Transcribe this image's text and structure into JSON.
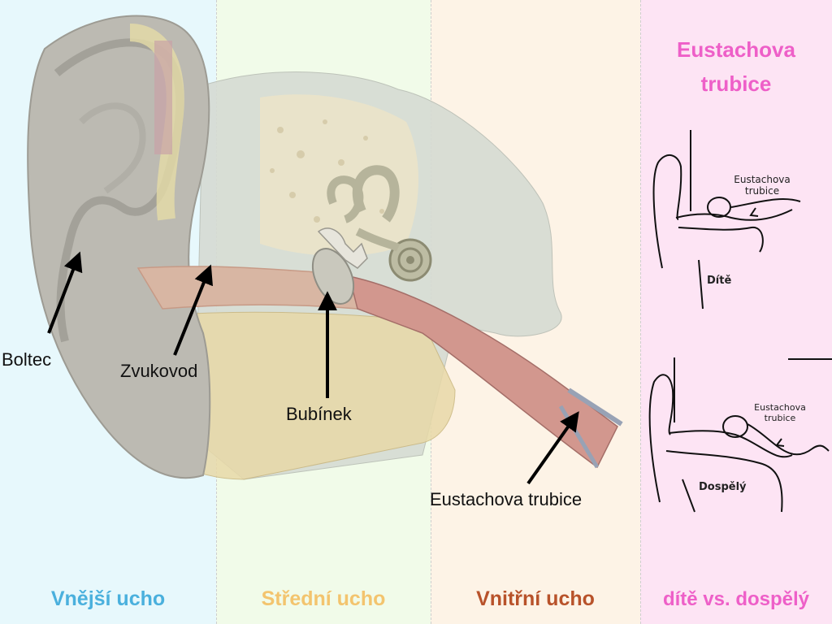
{
  "labels": {
    "boltec": "Boltec",
    "zvukovod": "Zvukovod",
    "bubinek": "Bubínek",
    "eustachova_trubice": "Eustachova trubice"
  },
  "sections": {
    "outer": "Vnější ucho",
    "middle": "Střední ucho",
    "inner": "Vnitřní ucho",
    "comparison": "dítě vs. dospělý"
  },
  "eustachian_panel": {
    "title_line1": "Eustachova",
    "title_line2": "trubice",
    "child_sketch": {
      "tube_label_1": "Eustachova",
      "tube_label_2": "trubice",
      "caption": "Dítě"
    },
    "adult_sketch": {
      "tube_label_1": "Eustachova",
      "tube_label_2": "trubice",
      "caption": "Dospělý"
    }
  },
  "colors": {
    "outer": "#4ab0dd",
    "middle": "#f3c46e",
    "inner": "#b8522a",
    "comparison": "#ee5fc8"
  }
}
